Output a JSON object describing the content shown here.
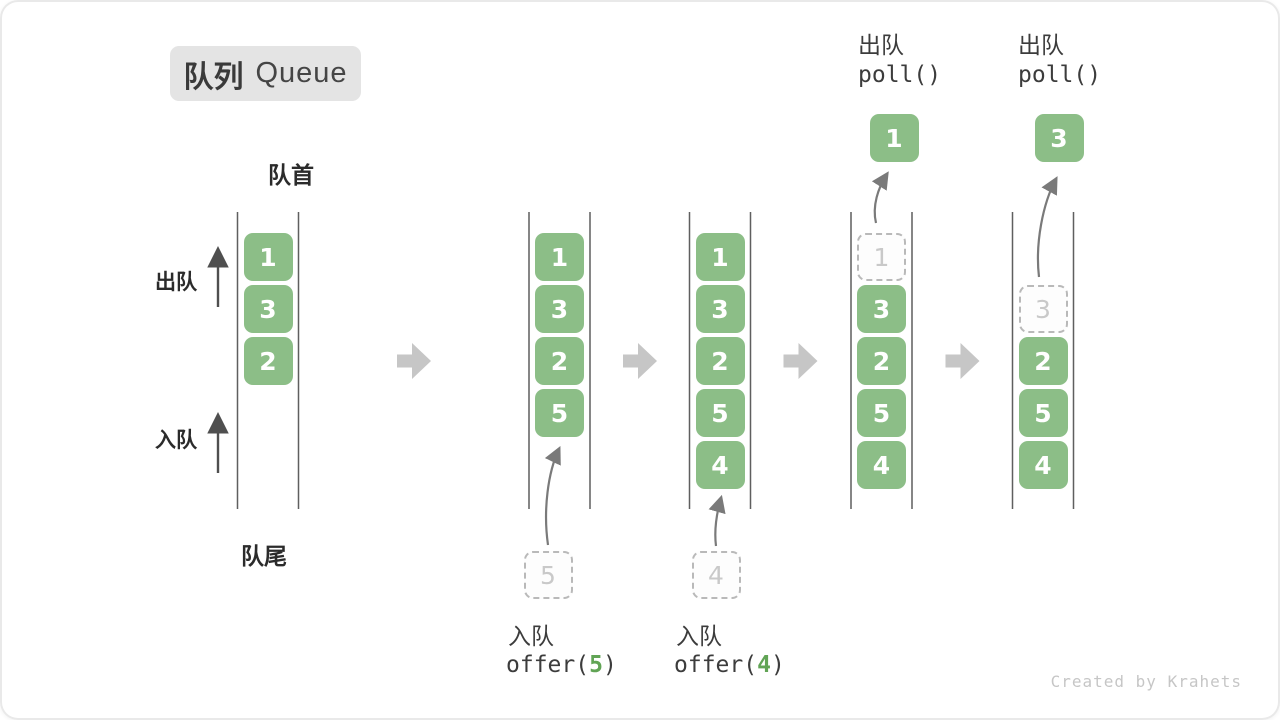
{
  "title": {
    "zh": "队列",
    "en": "Queue"
  },
  "side_labels": {
    "front": "队首",
    "rear": "队尾",
    "dequeue": "出队",
    "enqueue": "入队"
  },
  "colors": {
    "box_green": "#8cbe87",
    "code_green": "#61a455",
    "big_arrow": "#c6c6c6",
    "wall_line": "#5f5f5f",
    "curve_arrow": "#7a7a7a",
    "side_arrow": "#4f4f4f",
    "ghost_border": "#b9b9b9",
    "ghost_text": "#c9c9c9",
    "text_dark": "#3c3c3c"
  },
  "states": [
    {
      "start_slot": 0,
      "items": [
        {
          "value": "1",
          "ghost": false
        },
        {
          "value": "3",
          "ghost": false
        },
        {
          "value": "2",
          "ghost": false
        }
      ]
    },
    {
      "start_slot": 0,
      "items": [
        {
          "value": "1",
          "ghost": false
        },
        {
          "value": "3",
          "ghost": false
        },
        {
          "value": "2",
          "ghost": false
        },
        {
          "value": "5",
          "ghost": false
        }
      ]
    },
    {
      "start_slot": 0,
      "items": [
        {
          "value": "1",
          "ghost": false
        },
        {
          "value": "3",
          "ghost": false
        },
        {
          "value": "2",
          "ghost": false
        },
        {
          "value": "5",
          "ghost": false
        },
        {
          "value": "4",
          "ghost": false
        }
      ]
    },
    {
      "start_slot": 0,
      "items": [
        {
          "value": "1",
          "ghost": true
        },
        {
          "value": "3",
          "ghost": false
        },
        {
          "value": "2",
          "ghost": false
        },
        {
          "value": "5",
          "ghost": false
        },
        {
          "value": "4",
          "ghost": false
        }
      ]
    },
    {
      "start_slot": 1,
      "items": [
        {
          "value": "3",
          "ghost": true
        },
        {
          "value": "2",
          "ghost": false
        },
        {
          "value": "5",
          "ghost": false
        },
        {
          "value": "4",
          "ghost": false
        }
      ]
    }
  ],
  "enqueue_ops": [
    {
      "state_index": 1,
      "label": "入队",
      "code_before": "offer(",
      "code_arg": "5",
      "code_after": ")",
      "ghost_value": "5"
    },
    {
      "state_index": 2,
      "label": "入队",
      "code_before": "offer(",
      "code_arg": "4",
      "code_after": ")",
      "ghost_value": "4"
    }
  ],
  "dequeue_ops": [
    {
      "state_index": 3,
      "label": "出队",
      "code": "poll()",
      "value": "1"
    },
    {
      "state_index": 4,
      "label": "出队",
      "code": "poll()",
      "value": "3"
    }
  ],
  "watermark": "Created by Krahets"
}
